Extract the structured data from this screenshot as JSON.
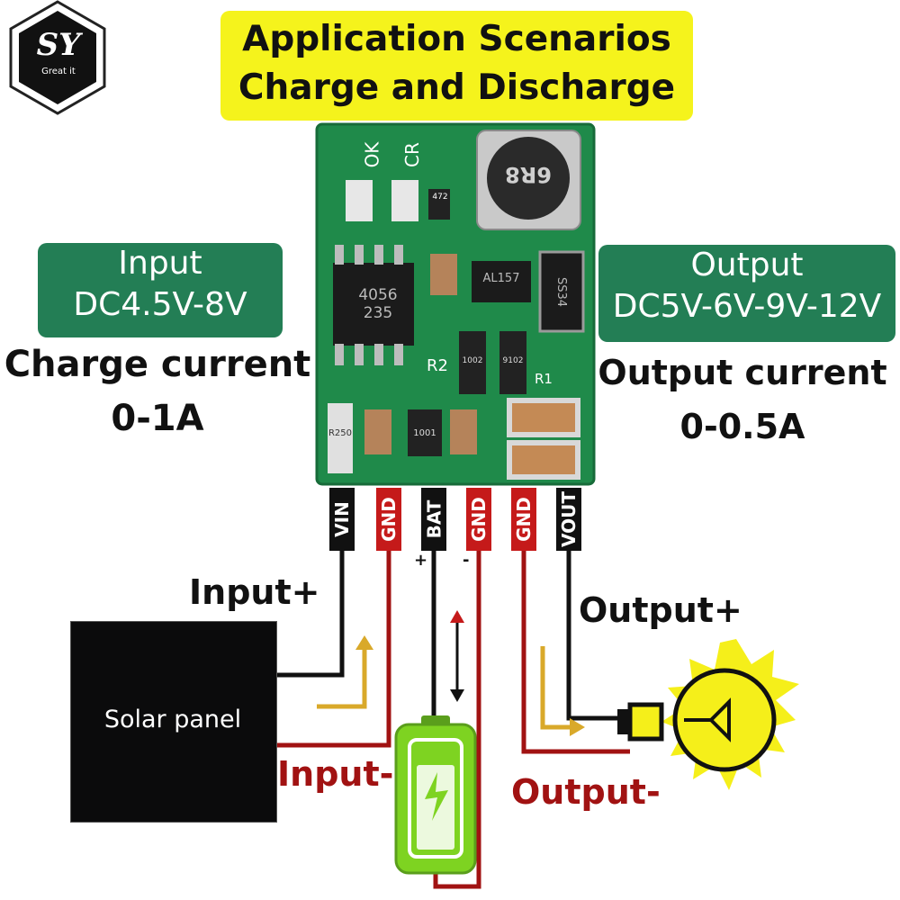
{
  "title": {
    "line1": "Application Scenarios",
    "line2": "Charge and Discharge"
  },
  "logo": {
    "text": "SY",
    "tagline": "Great it"
  },
  "input_box": {
    "heading": "Input",
    "range": "DC4.5V-8V"
  },
  "charge_current": {
    "label": "Charge current",
    "value": "0-1A"
  },
  "output_box": {
    "heading": "Output",
    "range": "DC5V-6V-9V-12V"
  },
  "output_current": {
    "label": "Output current",
    "value": "0-0.5A"
  },
  "pins": [
    "VIN",
    "GND",
    "BAT",
    "GND",
    "GND",
    "VOUT"
  ],
  "polarity": {
    "plus": "+",
    "minus": "-"
  },
  "board_markings": {
    "ok": "OK",
    "cr": "CR",
    "inductor": "6R8",
    "chip_main": "4056",
    "chip_main_sub": "235",
    "chip_booster": "AL157",
    "diode": "SS34",
    "r2": "R2",
    "r1": "R1",
    "resistor_r250": "R250",
    "res_472": "472",
    "res_1002": "1002",
    "res_9102": "9102",
    "res_1001": "1001"
  },
  "wire_labels": {
    "input_plus": "Input+",
    "input_minus": "Input-",
    "output_plus": "Output+",
    "output_minus": "Output-"
  },
  "solar_panel_label": "Solar panel",
  "colors": {
    "title_bg": "#f5f31c",
    "label_bg": "#237e55",
    "pcb": "#1f8a4a",
    "wire_black": "#111111",
    "wire_red": "#a11212",
    "arrow_gold": "#d9a92a",
    "battery": "#7ed321",
    "bulb": "#f5ef1a"
  },
  "icons": [
    "logo-hexagon",
    "battery-icon",
    "light-bulb-icon",
    "solar-panel",
    "arrow-icon"
  ]
}
